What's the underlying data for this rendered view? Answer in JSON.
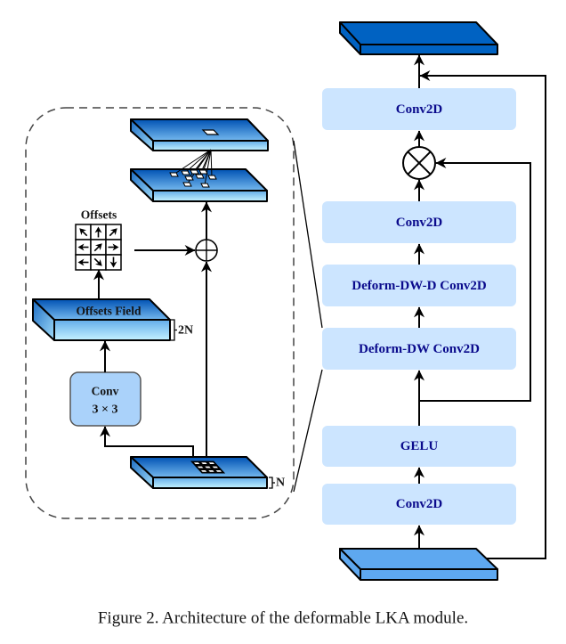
{
  "figure": {
    "caption": "Figure 2. Architecture of the deformable LKA module."
  },
  "main_pipeline": {
    "output_tensor": "output-feature-map",
    "input_tensor": "input-feature-map",
    "blocks": {
      "conv2d_out": "Conv2D",
      "conv2d_mid": "Conv2D",
      "deform_dw_d": "Deform-DW-D Conv2D",
      "deform_dw": "Deform-DW Conv2D",
      "gelu": "GELU",
      "conv2d_in": "Conv2D"
    },
    "operators": {
      "multiply": "element-wise-multiply-icon",
      "residual": "skip-connection"
    }
  },
  "deformable_detail": {
    "offsets_label": "Offsets",
    "offsets_field_label": "Offsets Field",
    "offsets_field_channels": "2N",
    "conv_label": "Conv",
    "conv_kernel": "3 × 3",
    "input_channels": "N",
    "adder": "add-icon",
    "offset_directions": [
      "up-left",
      "up",
      "up-right",
      "left",
      "up-right",
      "right",
      "left",
      "down-right",
      "down"
    ]
  },
  "colors": {
    "block_fill": "#CCE5FF",
    "block_text": "#0A0A8C",
    "output_tensor": "#0062C2",
    "input_tensor": "#5EA8F0",
    "conv_box": "#AAD2FA"
  }
}
